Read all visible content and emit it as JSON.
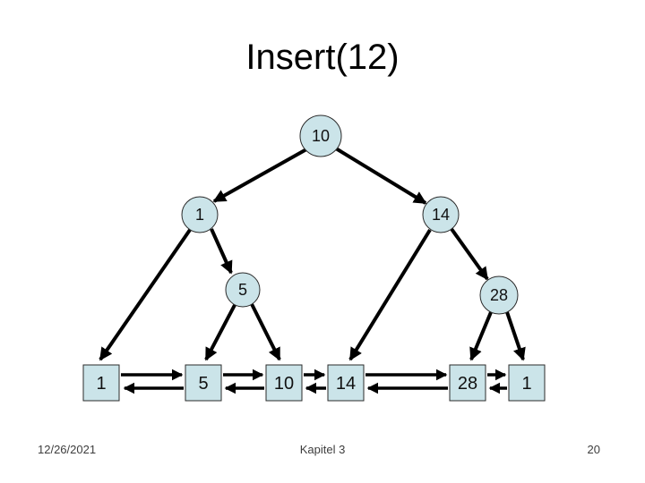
{
  "slide": {
    "title": "Insert(12)",
    "footer": {
      "date": "12/26/2021",
      "chapter": "Kapitel 3",
      "page": "20"
    }
  },
  "tree": {
    "description": "Binary search tree with leaf level as doubly linked list",
    "internal_nodes": [
      {
        "label": "10",
        "level": 1
      },
      {
        "label": "1",
        "level": 2
      },
      {
        "label": "14",
        "level": 2
      },
      {
        "label": "5",
        "level": 3
      },
      {
        "label": "28",
        "level": 3
      }
    ],
    "leaves": [
      {
        "label": "1"
      },
      {
        "label": "5"
      },
      {
        "label": "10"
      },
      {
        "label": "14"
      },
      {
        "label": "28"
      },
      {
        "label": "1"
      }
    ],
    "edges": [
      "10 -> 1",
      "10 -> 14",
      "1 -> leaf 1",
      "1 -> 5",
      "5 -> leaf 5",
      "5 -> leaf 10",
      "14 -> leaf 14",
      "14 -> 28",
      "28 -> leaf 28",
      "28 -> leaf 1"
    ],
    "leaf_links": "1 <-> 5 <-> 10 <-> 14 <-> 28 <-> 1"
  },
  "colors": {
    "node_fill": "#cbe4e9",
    "node_border": "#2b2b2b",
    "arrow": "#000000",
    "footer_text": "#3d3d3d"
  }
}
